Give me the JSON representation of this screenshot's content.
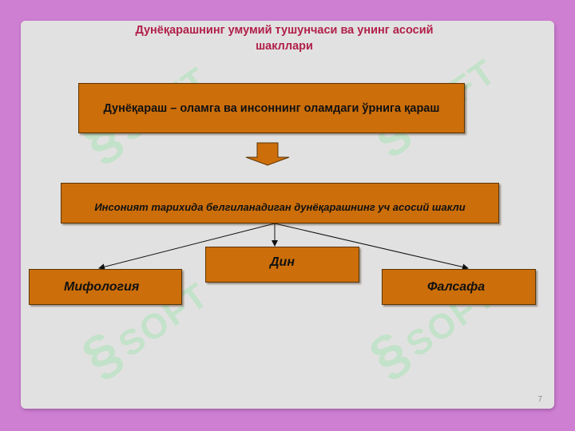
{
  "slide": {
    "title": "Дунёқарашнинг умумий тушунчаси ва унинг асосий шакллари",
    "definition": "Дунёқараш – оламга ва инсоннинг оламдаги ўрнига қараш",
    "history_box": "Инсоният тарихида белгиланадиган дунёқарашнинг уч асосий шакли",
    "forms": {
      "left": "Мифология",
      "center": "Дин",
      "right": "Фалсафа"
    },
    "page_number": "7"
  },
  "watermark": {
    "text": "SOFT",
    "color": "#a9e3b7"
  },
  "colors": {
    "background": "#cf7fd2",
    "slide": "#e2e1e1",
    "box_fill": "#cc6e0a",
    "title": "#b01f4a"
  }
}
